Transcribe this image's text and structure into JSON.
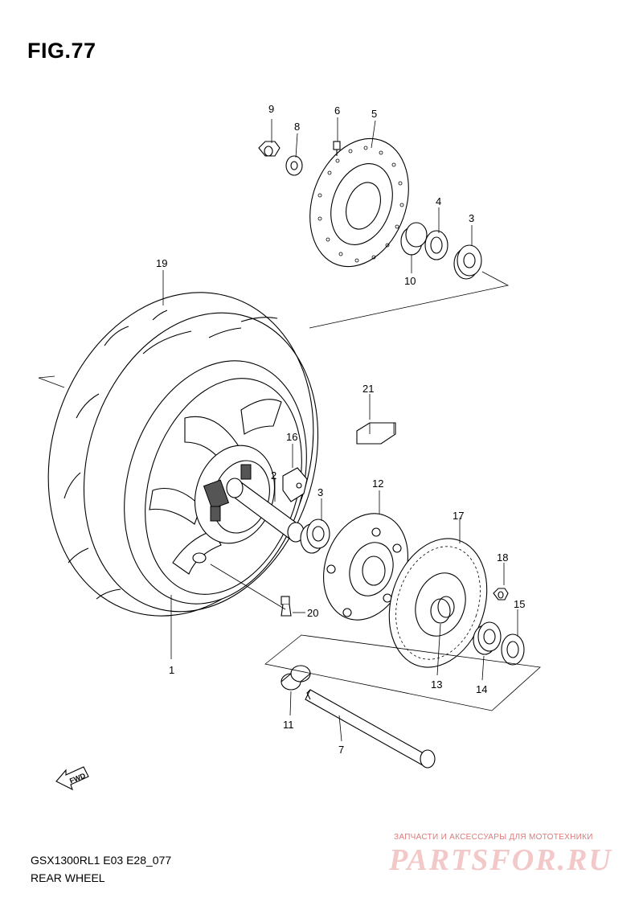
{
  "figure": {
    "title": "FIG.77",
    "model_code": "GSX1300RL1 E03 E28_077",
    "section_name": "REAR WHEEL",
    "direction_label": "FWD"
  },
  "watermark": {
    "tagline": "ЗАПЧАСТИ И АКСЕССУАРЫ ДЛЯ МОТОТЕХНИКИ",
    "brand": "PARTSFOR.RU",
    "color": "#e07a7a"
  },
  "callouts": [
    {
      "id": "1",
      "label": "1"
    },
    {
      "id": "2",
      "label": "2"
    },
    {
      "id": "3a",
      "label": "3"
    },
    {
      "id": "3b",
      "label": "3"
    },
    {
      "id": "4",
      "label": "4"
    },
    {
      "id": "5",
      "label": "5"
    },
    {
      "id": "6",
      "label": "6"
    },
    {
      "id": "7",
      "label": "7"
    },
    {
      "id": "8",
      "label": "8"
    },
    {
      "id": "9",
      "label": "9"
    },
    {
      "id": "10",
      "label": "10"
    },
    {
      "id": "11",
      "label": "11"
    },
    {
      "id": "12",
      "label": "12"
    },
    {
      "id": "13",
      "label": "13"
    },
    {
      "id": "14",
      "label": "14"
    },
    {
      "id": "15",
      "label": "15"
    },
    {
      "id": "16",
      "label": "16"
    },
    {
      "id": "17",
      "label": "17"
    },
    {
      "id": "18",
      "label": "18"
    },
    {
      "id": "19",
      "label": "19"
    },
    {
      "id": "20",
      "label": "20"
    },
    {
      "id": "21",
      "label": "21"
    }
  ]
}
